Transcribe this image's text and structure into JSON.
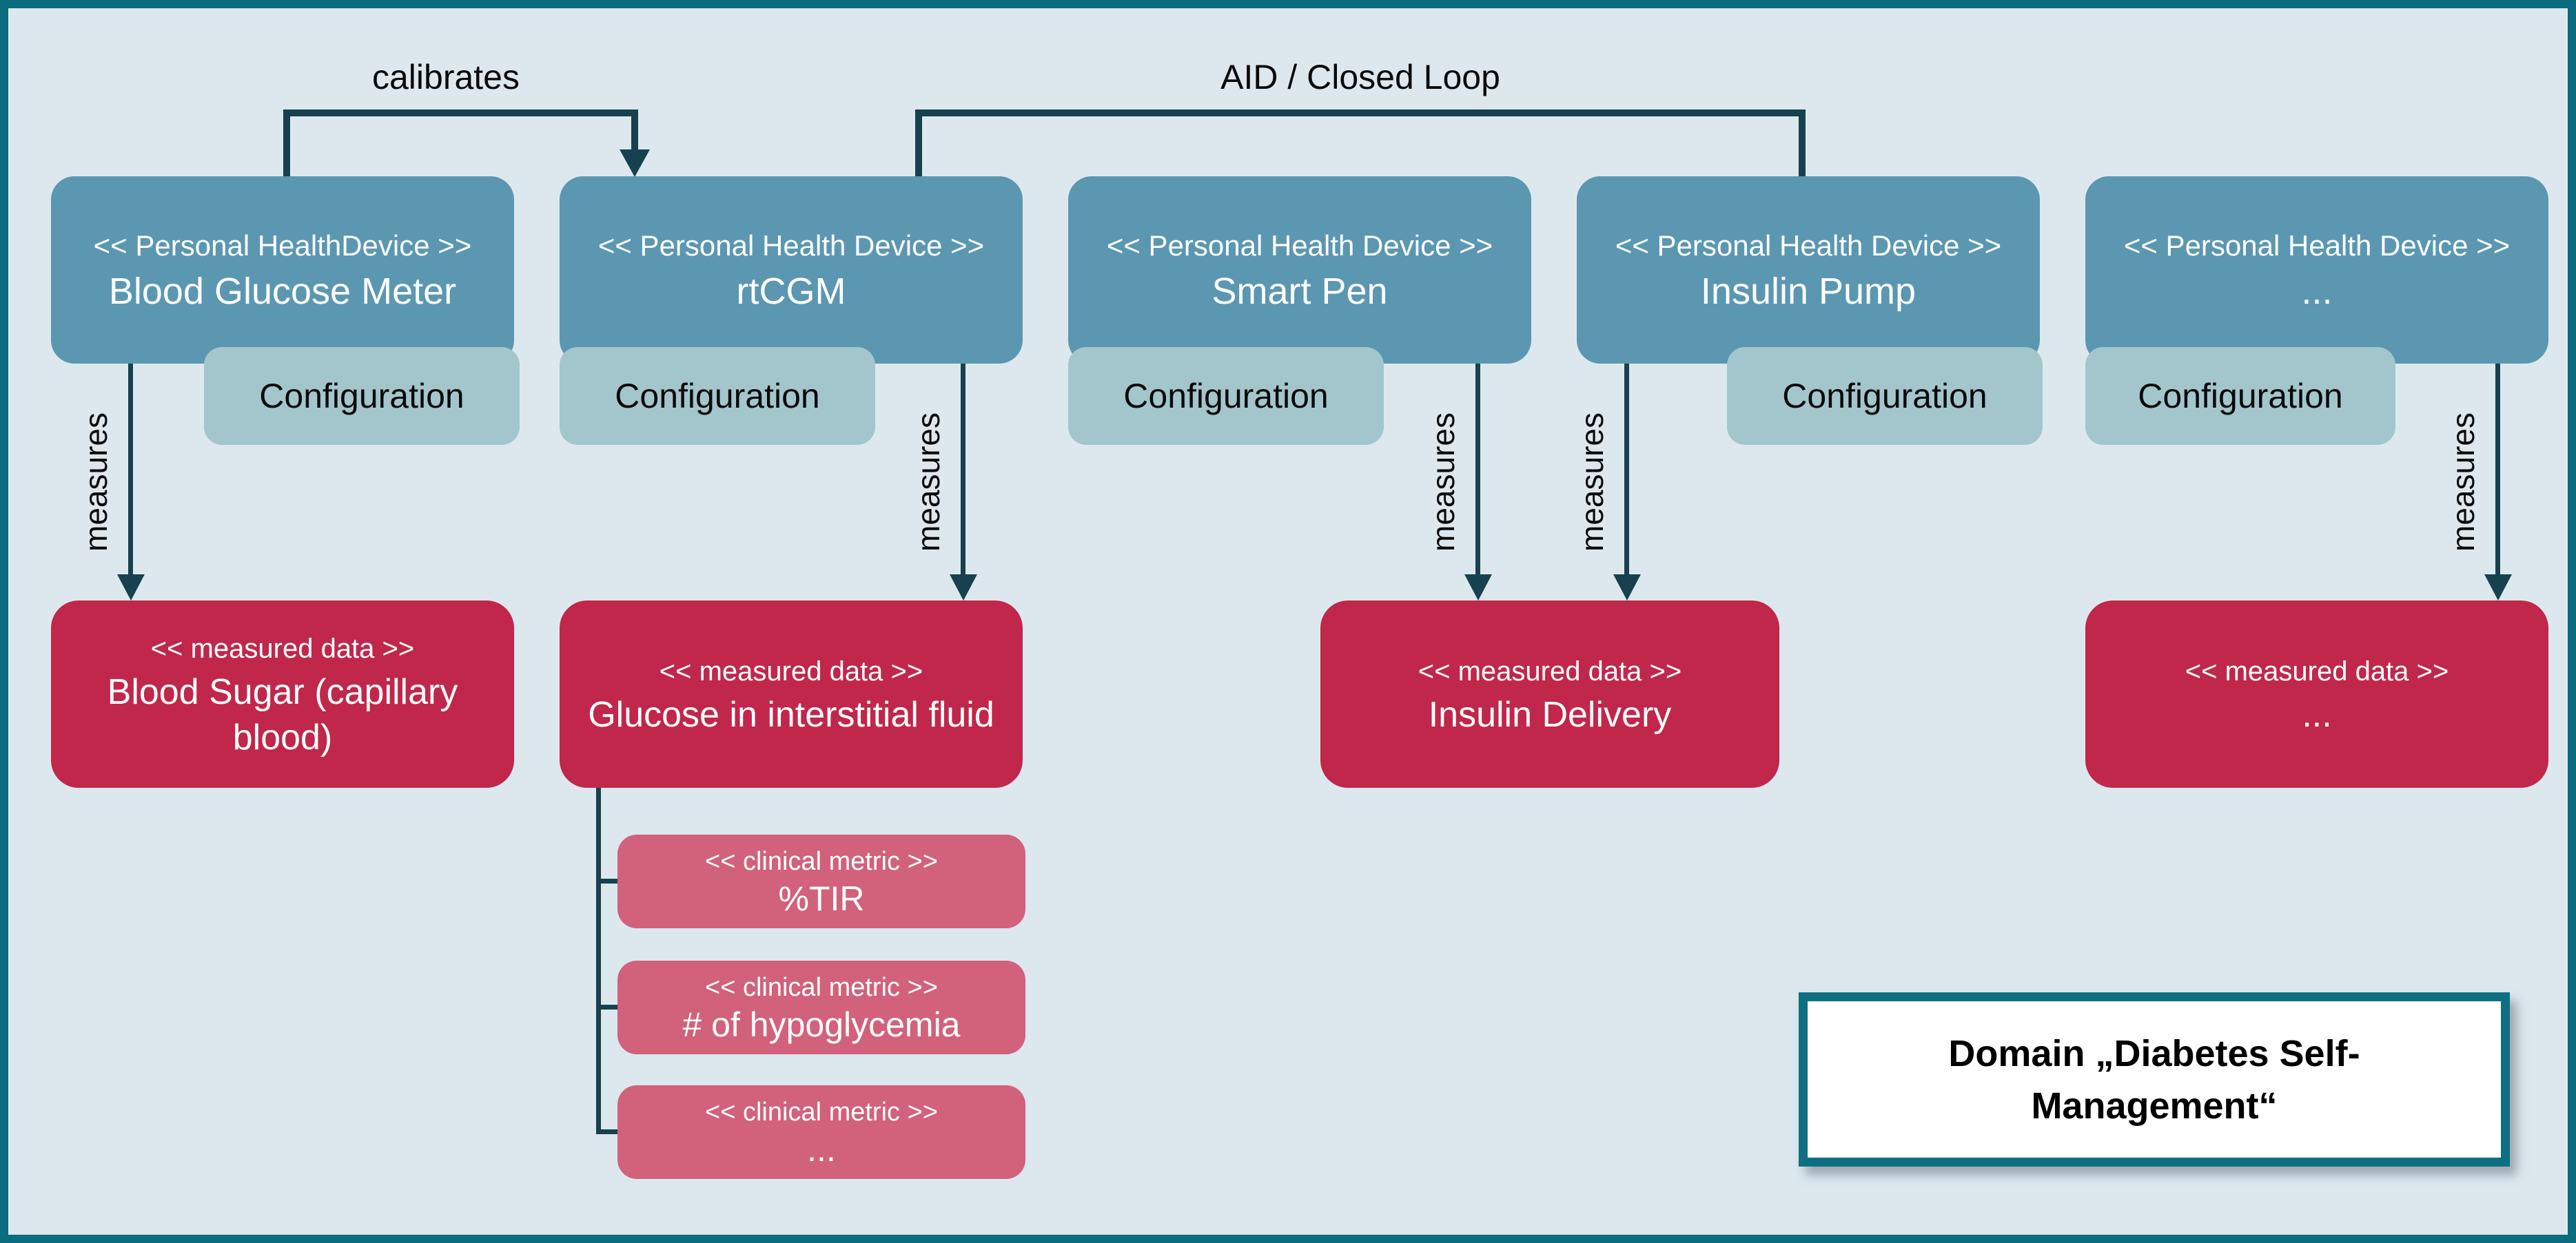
{
  "colors": {
    "background": "#dde8ee",
    "outer_border": "#0b6b7f",
    "device_box": "#5b97b1",
    "configuration_box": "#a3c6cd",
    "measured_data_box": "#c0274a",
    "clinical_metric_box": "#d2617b",
    "connector_line": "#17414e",
    "light_text": "#ffffff",
    "dark_text": "#0a0a0a",
    "domain_box_border": "#0e6f82",
    "domain_box_background": "#ffffff"
  },
  "connectors": {
    "calibrates": {
      "label": "calibrates"
    },
    "aid_closed_loop": {
      "label": "AID / Closed Loop"
    }
  },
  "devices": [
    {
      "stereotype": "<< Personal HealthDevice >>",
      "name": "Blood Glucose Meter",
      "config_label": "Configuration",
      "measures_label": "measures"
    },
    {
      "stereotype": "<< Personal Health Device >>",
      "name": "rtCGM",
      "config_label": "Configuration",
      "measures_label": "measures"
    },
    {
      "stereotype": "<< Personal Health Device >>",
      "name": "Smart Pen",
      "config_label": "Configuration",
      "measures_label": "measures"
    },
    {
      "stereotype": "<< Personal Health Device >>",
      "name": "Insulin Pump",
      "config_label": "Configuration",
      "measures_label": "measures"
    },
    {
      "stereotype": "<< Personal Health Device >>",
      "name": "...",
      "config_label": "Configuration",
      "measures_label": "measures"
    }
  ],
  "measured_data": [
    {
      "stereotype": "<< measured data >>",
      "name": "Blood Sugar (capillary blood)"
    },
    {
      "stereotype": "<< measured data >>",
      "name": "Glucose in interstitial fluid"
    },
    {
      "stereotype": "<< measured data >>",
      "name": "Insulin Delivery"
    },
    {
      "stereotype": "<< measured data >>",
      "name": "..."
    }
  ],
  "clinical_metrics": [
    {
      "stereotype": "<< clinical metric >>",
      "name": "%TIR"
    },
    {
      "stereotype": "<< clinical metric >>",
      "name": "# of hypoglycemia"
    },
    {
      "stereotype": "<< clinical metric >>",
      "name": "..."
    }
  ],
  "domain": {
    "label": "Domain „Diabetes Self-Management“"
  }
}
